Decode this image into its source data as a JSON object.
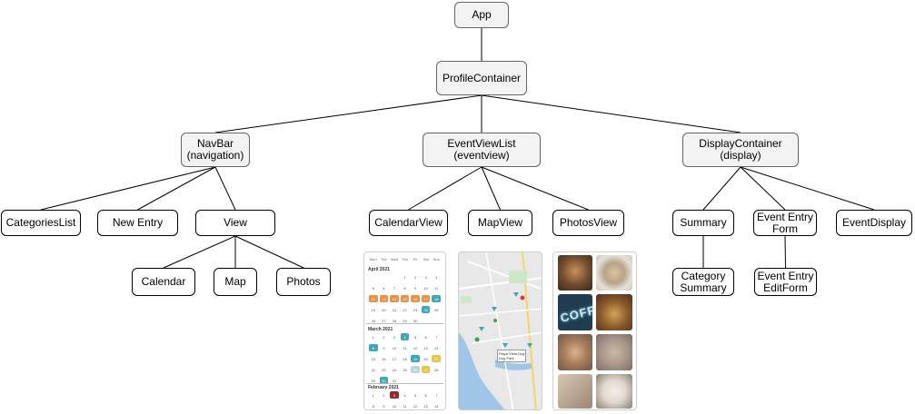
{
  "nodes": {
    "app": "App",
    "profile_container": "ProfileContainer",
    "navbar": "NavBar\n(navigation)",
    "event_view_list": "EventViewList\n(eventview)",
    "display_container": "DisplayContainer\n(display)",
    "categories_list": "CategoriesList",
    "new_entry": "New Entry",
    "view": "View",
    "calendar": "Calendar",
    "map": "Map",
    "photos": "Photos",
    "calendar_view": "CalendarView",
    "map_view": "MapView",
    "photos_view": "PhotosView",
    "summary": "Summary",
    "event_entry_form": "Event Entry\nForm",
    "event_display": "EventDisplay",
    "category_summary": "Category\nSummary",
    "event_entry_edit_form": "Event Entry\nEditForm"
  },
  "calendar_preview": {
    "weekdays": [
      "Mon",
      "Tue",
      "Wed",
      "Thu",
      "Fri",
      "Sat",
      "Sun"
    ],
    "months": [
      "April 2021",
      "March 2021",
      "February 2021"
    ],
    "april_rows": [
      [
        "",
        "",
        "",
        "1",
        "2",
        "3",
        "4"
      ],
      [
        "5",
        "6",
        "7",
        "8",
        "9",
        "10",
        "11"
      ],
      [
        "12",
        "13",
        "14",
        "15",
        "16",
        "17",
        "18"
      ],
      [
        "19",
        "20",
        "21",
        "22",
        "23",
        "24",
        "25"
      ],
      [
        "26",
        "27",
        "28",
        "29",
        "30",
        "",
        ""
      ]
    ],
    "march_rows": [
      [
        "1",
        "2",
        "3",
        "4",
        "5",
        "6",
        "7"
      ],
      [
        "8",
        "9",
        "10",
        "11",
        "12",
        "13",
        "14"
      ],
      [
        "15",
        "16",
        "17",
        "18",
        "19",
        "20",
        "21"
      ],
      [
        "22",
        "23",
        "24",
        "25",
        "26",
        "27",
        "28"
      ],
      [
        "29",
        "30",
        "31",
        "",
        "",
        "",
        ""
      ]
    ],
    "feb_rows": [
      [
        "1",
        "2",
        "3",
        "4",
        "5",
        "6",
        "7"
      ],
      [
        "8",
        "9",
        "10",
        "11",
        "12",
        "13",
        "14"
      ]
    ]
  },
  "map_preview": {
    "place_label": "Playa Vista Dog\nDog Park"
  },
  "photos_preview": {
    "sign_text": "COFFEE"
  },
  "colors": {
    "node_border": "#000000",
    "grey_node_fill": "#f3f3f3",
    "calendar_orange": "#e8924a",
    "calendar_teal": "#3fa7b5",
    "calendar_yellow": "#e9c44a",
    "calendar_red": "#9c2525",
    "map_water": "#9fc6e8",
    "map_land": "#e8e8e8"
  }
}
